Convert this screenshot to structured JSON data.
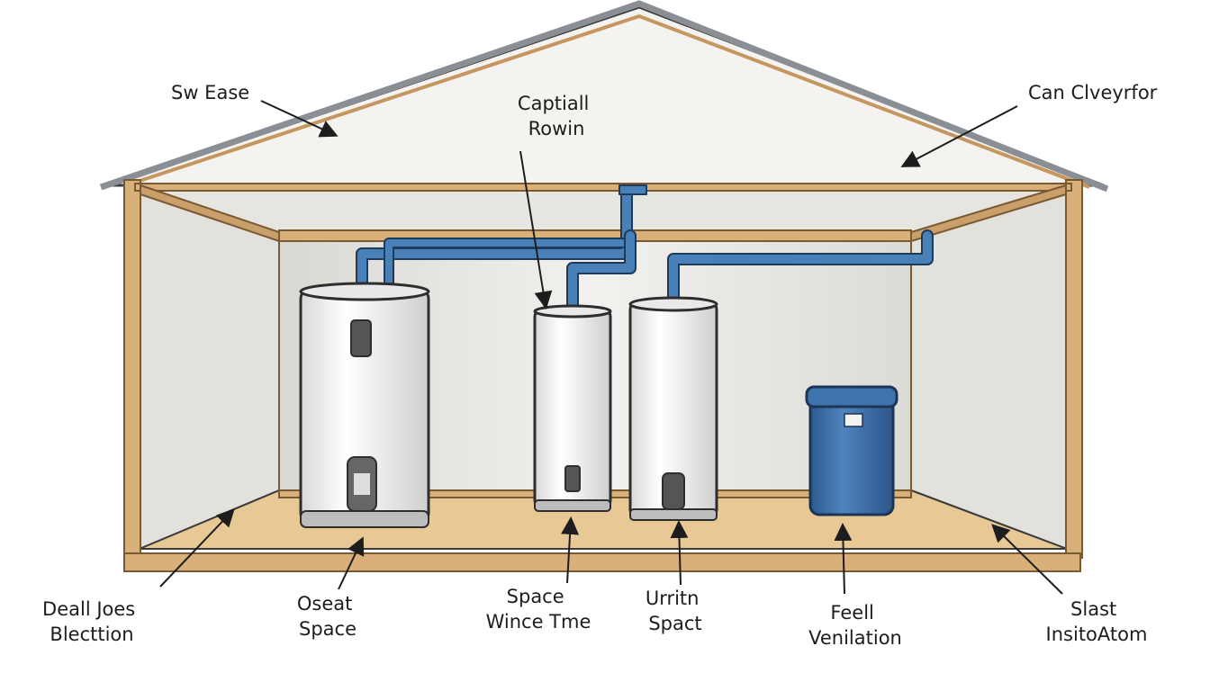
{
  "labels": {
    "sw_ease": "Sw Ease",
    "capital_rowin": [
      "Captiall",
      "Rowin"
    ],
    "can_clveyrfor": "Can Clveyrfor",
    "deall_joes": [
      "Deall Joes",
      "Blecttion"
    ],
    "oseat_space": [
      "Oseat",
      "Space"
    ],
    "space_wince": [
      "Space",
      "Wince Tme"
    ],
    "urritn_spact": [
      "Urritn",
      "Spact"
    ],
    "feell_venilation": [
      "Feell",
      "Venilation"
    ],
    "slast_insitoatom": [
      "Slast",
      "InsitoAtom"
    ]
  },
  "colors": {
    "wood": "#d9b07a",
    "wood_dark": "#b08650",
    "roof_edge": "#8a8f96",
    "wall": "#ecebe7",
    "pipe": "#3f6f9e",
    "tank_blue": "#3a6fa8",
    "heater": "#f5f5f5"
  }
}
